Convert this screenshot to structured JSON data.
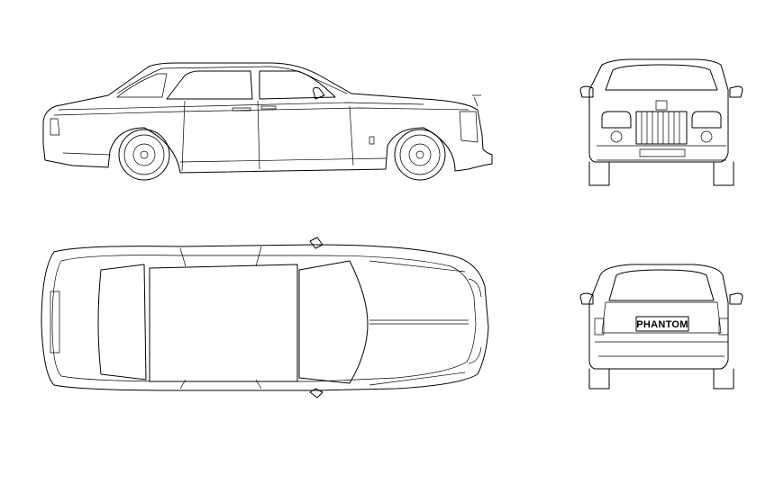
{
  "drawing": {
    "views": [
      {
        "id": "side-view"
      },
      {
        "id": "front-view"
      },
      {
        "id": "top-view"
      },
      {
        "id": "rear-view"
      }
    ],
    "rear_plate_text": "PHANTOM"
  }
}
